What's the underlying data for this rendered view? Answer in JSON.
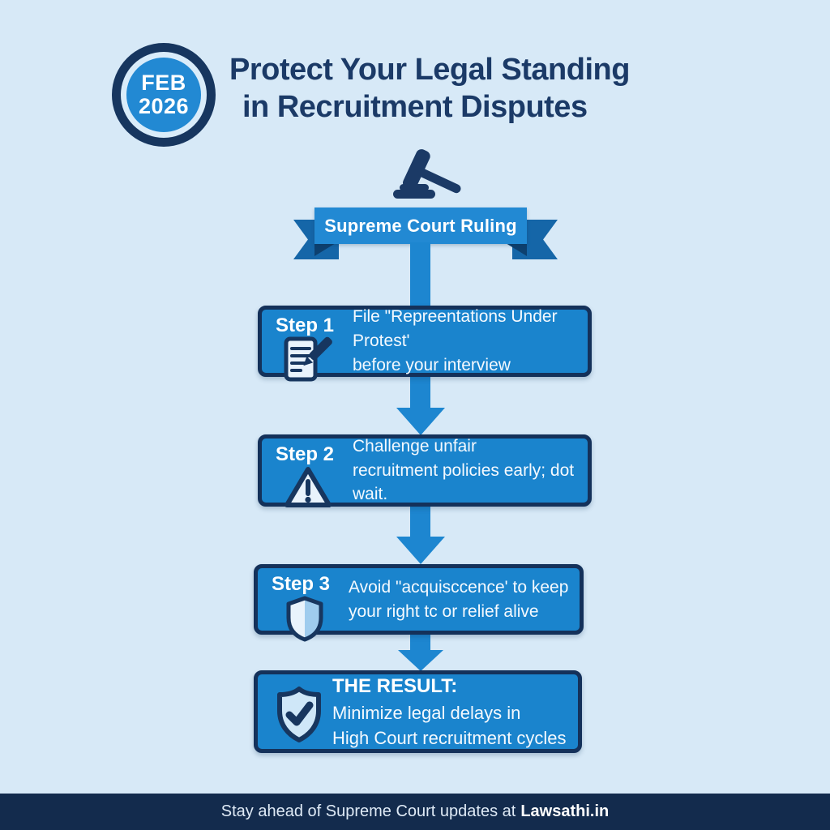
{
  "badge": {
    "month": "FEB",
    "year": "2026"
  },
  "header": {
    "title_line1": "Protect Your Legal Standing",
    "title_line2": "in Recruitment Disputes"
  },
  "banner": {
    "icon": "gavel-icon",
    "label": "Supreme Court Ruling"
  },
  "steps": [
    {
      "label": "Step 1",
      "icon": "document-pen-icon",
      "text_line1": "File \"Repreentations Under Protest'",
      "text_line2": "before your interview"
    },
    {
      "label": "Step 2",
      "icon": "warning-triangle-icon",
      "text_line1": "Challenge unfair",
      "text_line2": "recruitment policies early; dot wait."
    },
    {
      "label": "Step 3",
      "icon": "shield-icon",
      "text_line1": "Avoid \"acquisccence' to keep",
      "text_line2": "your right tc or relief alive"
    }
  ],
  "result": {
    "icon": "shield-check-icon",
    "heading": "THE RESULT:",
    "text_line1": "Minimize legal delays in",
    "text_line2": "High Court recruitment cycles"
  },
  "footer": {
    "prefix": "Stay ahead of Supreme Court updates at",
    "brand": "Lawsathi.in"
  },
  "colors": {
    "background": "#d7e9f7",
    "navy": "#17365f",
    "title_navy": "#1b3a67",
    "box_blue": "#1a84cd",
    "banner_blue": "#2289d3",
    "ribbon_tail": "#1566a8",
    "ribbon_fold": "#0d406f",
    "arrow_blue": "#1d86d0",
    "footer_navy": "#132b4d",
    "text_white": "#f4f9fe"
  }
}
